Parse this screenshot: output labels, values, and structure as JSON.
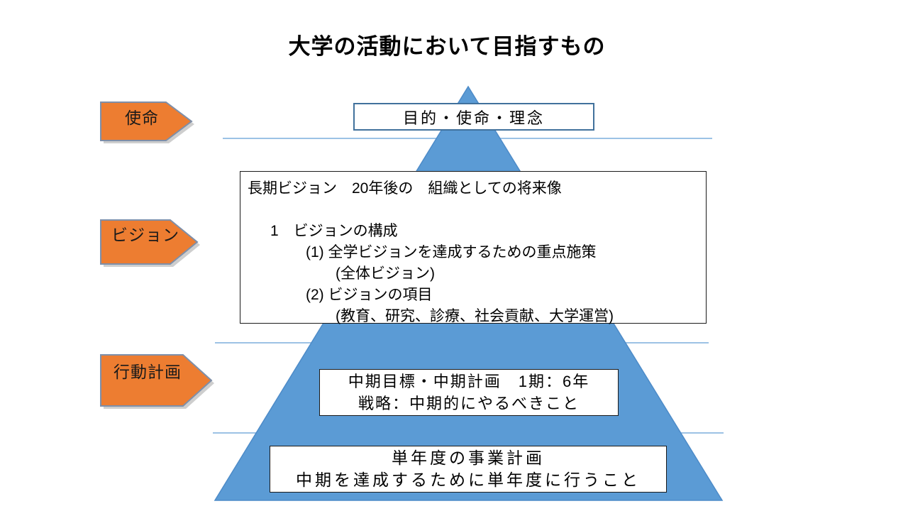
{
  "slide": {
    "title": "大学の活動において目指すもの"
  },
  "labels": [
    {
      "text": "使命"
    },
    {
      "text": "ビジョン"
    },
    {
      "text": "行動計画"
    }
  ],
  "pyramid": {
    "top_box": "目的・使命・理念",
    "vision_box": {
      "line1": "長期ビジョン　20年後の　組織としての将来像",
      "line2": "1　ビジョンの構成",
      "line3": "(1) 全学ビジョンを達成するための重点施策",
      "line4": "(全体ビジョン)",
      "line5": "(2) ビジョンの項目",
      "line6": "(教育、研究、診療、社会貢献、大学運営)"
    },
    "mid_box": {
      "line1": "中期目標・中期計画　1期：6年",
      "line2": "戦略：中期的にやるべきこと"
    },
    "bottom_box": {
      "line1": "単年度の事業計画",
      "line2": "中期を達成するために単年度に行うこと"
    }
  },
  "colors": {
    "triangle_fill": "#5B9BD5",
    "triangle_stroke": "#4D8BC8",
    "arrow_fill": "#ED7D31",
    "arrow_border": "#7E8FA9",
    "divider_line": "#9CC2E5",
    "top_box_border": "#41719C"
  }
}
